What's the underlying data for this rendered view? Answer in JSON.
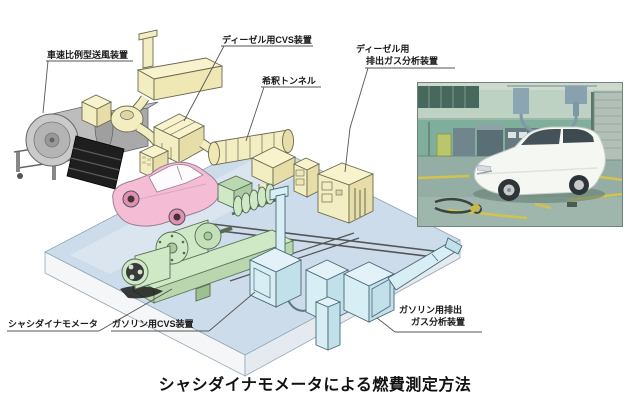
{
  "figure": {
    "caption": "シャシダイナモメータによる燃費測定方法"
  },
  "diagram": {
    "labels": {
      "blower": "車速比例型送風装置",
      "diesel_cvs": "ディーゼル用CVS装置",
      "dilution_tunnel": "希釈トンネル",
      "diesel_analyzer_line1": "ディーゼル用",
      "diesel_analyzer_line2": "排出ガス分析装置",
      "chassis_dyno": "シャシダイナモメータ",
      "gasoline_cvs": "ガソリン用CVS装置",
      "gasoline_analyzer_line1": "ガソリン用排出",
      "gasoline_analyzer_line2": "ガス分析装置"
    },
    "colors": {
      "duct_yellow": "#f3eec2",
      "car_pink": "#f5bcd6",
      "machine_green": "#cfe8c6",
      "platform_blue": "#cddcea",
      "analyzer_cyan": "#d8eef5",
      "line": "#555555",
      "photo_wall_teal": "#7fae9c",
      "photo_floor": "#95aea5",
      "photo_line_yellow": "#d2c24e"
    }
  }
}
